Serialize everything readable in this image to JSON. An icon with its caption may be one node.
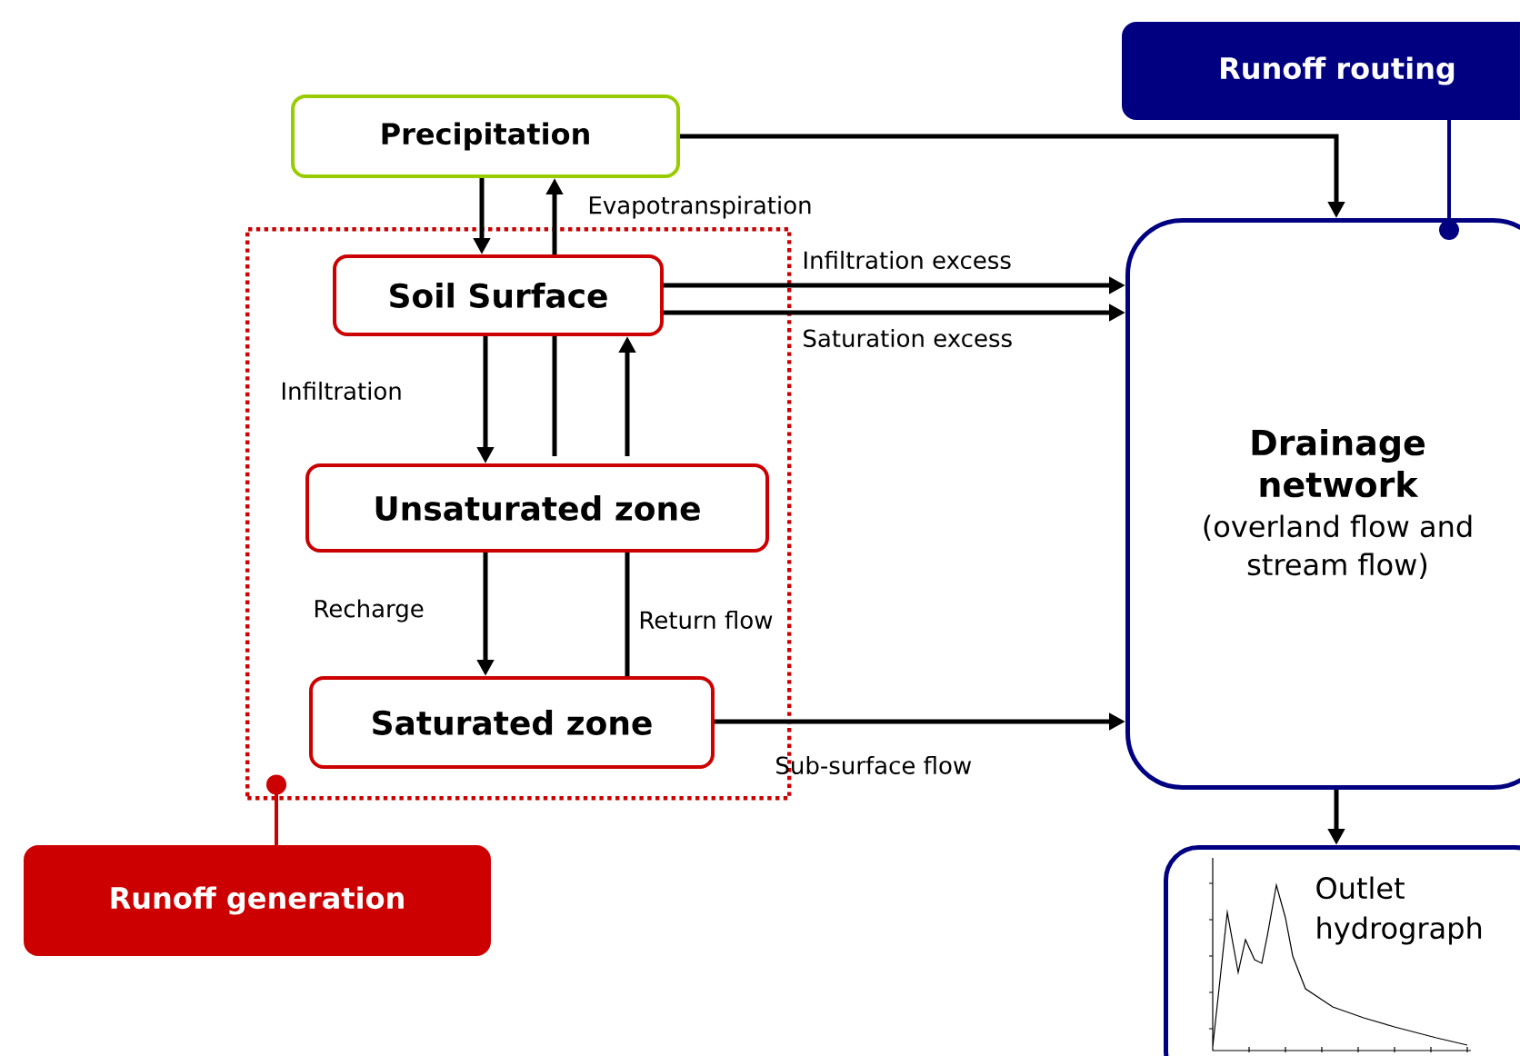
{
  "diagram": {
    "nodes": [
      {
        "text": [
          "Runoff routing"
        ]
      },
      {
        "text": [
          "Precipitation"
        ]
      },
      {
        "text": [],
        "shape": "box"
      },
      {
        "text": [
          "Soil Surface"
        ],
        "in": 2
      },
      {
        "text": [
          "Unsaturated zone"
        ],
        "in": 2
      },
      {
        "text": [
          "Saturated zone"
        ],
        "in": 2
      },
      {
        "text": [
          "Drainage network",
          "(overland flow and stream flow)"
        ]
      },
      {
        "text": [
          "Runoff generation"
        ]
      },
      {
        "text": [
          "Outlet hydrograph"
        ]
      }
    ],
    "edges": [
      {
        "from": 1,
        "to": 3,
        "arrow": "to"
      },
      {
        "from": 3,
        "to": 1,
        "arrow": "to",
        "label": "Evapotranspiration"
      },
      {
        "from": 1,
        "to": 6,
        "arrow": "to"
      },
      {
        "from": 3,
        "to": 6,
        "arrow": "to",
        "label": "Infiltration excess"
      },
      {
        "from": 3,
        "to": 6,
        "arrow": "to",
        "label": "Saturation excess"
      },
      {
        "from": 3,
        "to": 4,
        "arrow": "to",
        "label": "Infiltration"
      },
      {
        "from": 4,
        "to": 3,
        "arrow": "none"
      },
      {
        "from": 4,
        "to": 3,
        "arrow": "to"
      },
      {
        "from": 4,
        "to": 5,
        "arrow": "to",
        "label": "Recharge"
      },
      {
        "from": 5,
        "to": 4,
        "arrow": "none",
        "label": "Return flow"
      },
      {
        "from": 5,
        "to": 6,
        "arrow": "to",
        "label": "Sub-surface flow"
      },
      {
        "from": 6,
        "to": 8,
        "arrow": "to"
      },
      {
        "from": 0,
        "to": 6,
        "arrow": "other",
        "color": "#000080"
      },
      {
        "from": 7,
        "to": 2,
        "arrow": "other",
        "color": "#cc0000"
      }
    ]
  }
}
